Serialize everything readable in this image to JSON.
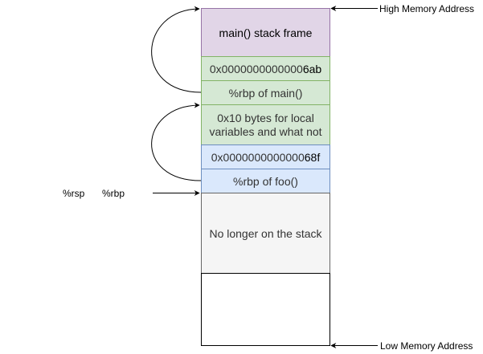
{
  "colors": {
    "purple_fill": "#e1d5e7",
    "purple_stroke": "#9673a6",
    "green_fill": "#d5e8d4",
    "green_stroke": "#82b366",
    "blue_fill": "#dae8fc",
    "blue_stroke": "#6c8ebf",
    "gray_fill": "#f5f5f5",
    "gray_stroke": "#666666",
    "line": "#000000"
  },
  "stack": {
    "main_frame": "main() stack frame",
    "ret_main_prefix": "0x0000000000000",
    "ret_main_suffix": "6ab",
    "rbp_main": "%rbp of main()",
    "locals_line1": "0x10 bytes for local",
    "locals_line2": "variables and what not",
    "ret_foo_prefix": "0x0000000000000",
    "ret_foo_suffix": "68f",
    "rbp_foo": "%rbp of foo()",
    "no_longer": "No longer on the stack"
  },
  "labels": {
    "high_memory": "High Memory Address",
    "low_memory": "Low Memory Address",
    "rsp": "%rsp",
    "rbp": "%rbp"
  }
}
